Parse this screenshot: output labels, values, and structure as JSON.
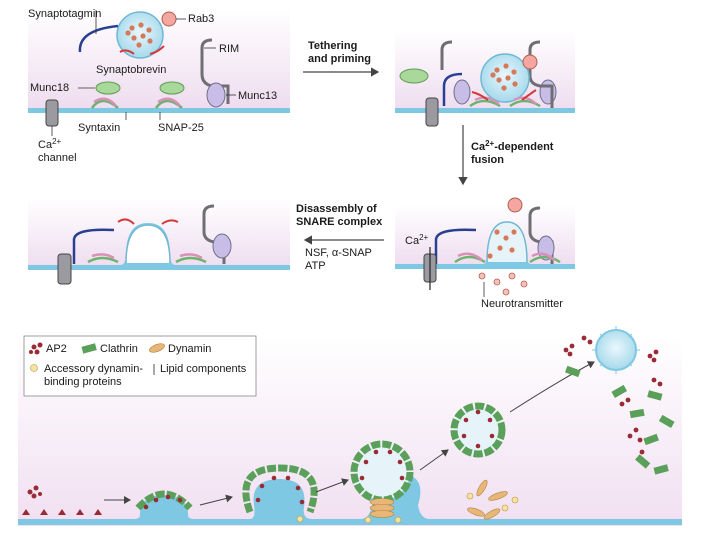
{
  "top": {
    "labels": {
      "synaptotagmin": "Synaptotagmin",
      "rab3": "Rab3",
      "synaptobrevin": "Synaptobrevin",
      "rim": "RIM",
      "munc18": "Munc18",
      "munc13": "Munc13",
      "syntaxin": "Syntaxin",
      "snap25": "SNAP-25",
      "ca_channel_1": "Ca",
      "ca_channel_sup": "2+",
      "ca_channel_2": "channel",
      "ca_ion": "Ca",
      "ca_ion_sup": "2+",
      "neurotransmitter": "Neurotransmitter"
    },
    "steps": {
      "tether_1": "Tethering",
      "tether_2": "and priming",
      "fusion_1": "Ca",
      "fusion_sup": "2+",
      "fusion_1b": "-dependent",
      "fusion_2": "fusion",
      "disassembly_1": "Disassembly of",
      "disassembly_2": "SNARE complex",
      "factors_1": "NSF, α-SNAP",
      "factors_2": "ATP"
    }
  },
  "bottom": {
    "legend": {
      "ap2": "AP2",
      "clathrin": "Clathrin",
      "dynamin": "Dynamin",
      "accessory_1": "Accessory dynamin-",
      "accessory_2": "binding proteins",
      "lipid": "Lipid components"
    }
  },
  "colors": {
    "membrane": "#7ec8e3",
    "cytoplasm": "#f0e6f2",
    "snare_red": "#d23a3a",
    "snare_green": "#6db36d",
    "snare_pink": "#d88fb8",
    "munc18": "#a9d99a",
    "munc13": "#c8bde6",
    "rim": "#6f6f73",
    "synaptotagmin": "#2a3f8f",
    "vesicle": "#cfeaf5",
    "cargo": "#d47a5a",
    "clathrin": "#5aa05a",
    "ap2": "#9a2a33",
    "dynamin": "#e8b777"
  }
}
